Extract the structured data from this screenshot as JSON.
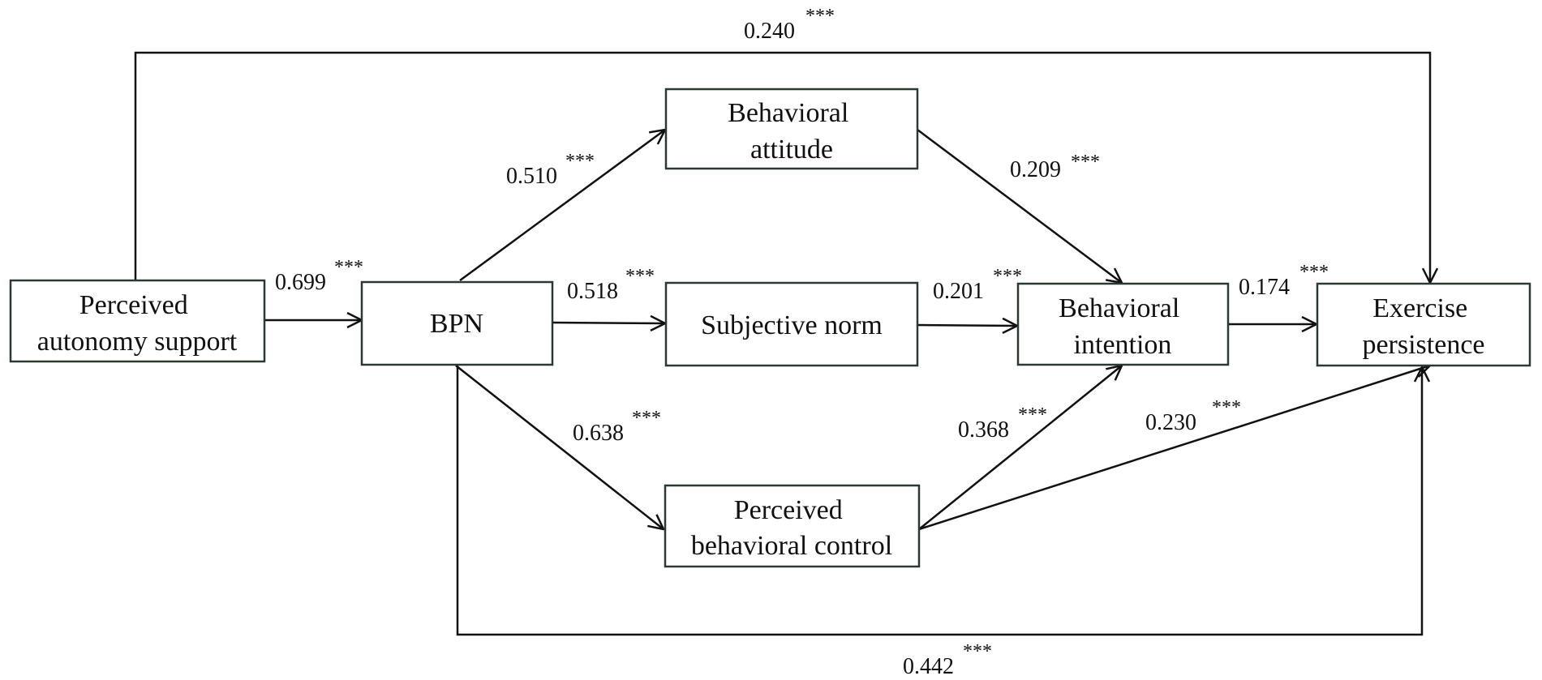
{
  "nodes": {
    "pas": {
      "lines": [
        "Perceived",
        "autonomy support"
      ]
    },
    "bpn": {
      "lines": [
        "BPN"
      ]
    },
    "ba": {
      "lines": [
        "Behavioral",
        "attitude"
      ]
    },
    "sn": {
      "lines": [
        "Subjective norm"
      ]
    },
    "pbc": {
      "lines": [
        "Perceived",
        "behavioral control"
      ]
    },
    "bi": {
      "lines": [
        "Behavioral",
        "intention"
      ]
    },
    "ep": {
      "lines": [
        "Exercise",
        "persistence"
      ]
    }
  },
  "paths": {
    "pas_ep": {
      "coef": "0.240",
      "sig": "***"
    },
    "pas_bpn": {
      "coef": "0.699",
      "sig": "***"
    },
    "bpn_ba": {
      "coef": "0.510",
      "sig": "***"
    },
    "bpn_sn": {
      "coef": "0.518",
      "sig": "***"
    },
    "bpn_pbc": {
      "coef": "0.638",
      "sig": "***"
    },
    "ba_bi": {
      "coef": "0.209",
      "sig": "***"
    },
    "sn_bi": {
      "coef": "0.201",
      "sig": "***"
    },
    "pbc_bi": {
      "coef": "0.368",
      "sig": "***"
    },
    "pbc_ep": {
      "coef": "0.230",
      "sig": "***"
    },
    "bi_ep": {
      "coef": "0.174",
      "sig": "***"
    },
    "bpn_ep": {
      "coef": "0.442",
      "sig": "***"
    }
  }
}
